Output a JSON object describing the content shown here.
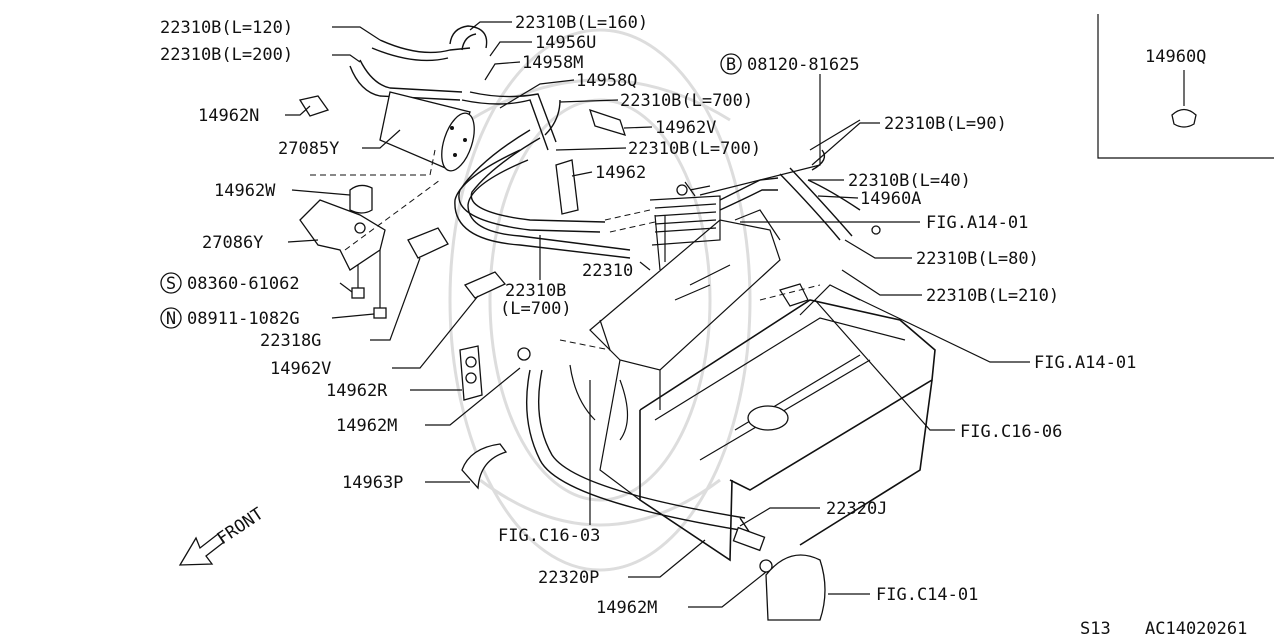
{
  "diagram": {
    "labels": {
      "l_22310B_120": "22310B(L=120)",
      "l_22310B_200": "22310B(L=200)",
      "l_22310B_160": "22310B(L=160)",
      "l_14956U": "14956U",
      "l_14958M": "14958M",
      "l_14958Q": "14958Q",
      "l_14962N": "14962N",
      "l_27085Y": "27085Y",
      "l_22310B_700a": "22310B(L=700)",
      "l_14962V_top": "14962V",
      "l_22310B_700b": "22310B(L=700)",
      "l_14962": "14962",
      "l_14962W": "14962W",
      "l_27086Y": "27086Y",
      "l_08360": "08360-61062",
      "l_08911": "08911-1082G",
      "l_22318G": "22318G",
      "l_22310B_700c1": "22310B",
      "l_22310B_700c2": "(L=700)",
      "l_22310": "22310",
      "l_14962V_bot": "14962V",
      "l_14962R": "14962R",
      "l_14962M_a": "14962M",
      "l_14963P": "14963P",
      "l_front": "FRONT",
      "l_08120": "08120-81625",
      "l_22310B_90": "22310B(L=90)",
      "l_22310B_40": "22310B(L=40)",
      "l_14960A": "14960A",
      "l_figA14_a": "FIG.A14-01",
      "l_22310B_80": "22310B(L=80)",
      "l_22310B_210": "22310B(L=210)",
      "l_figA14_b": "FIG.A14-01",
      "l_figC16_06": "FIG.C16-06",
      "l_figC16_03": "FIG.C16-03",
      "l_22320J": "22320J",
      "l_22320P": "22320P",
      "l_14962M_b": "14962M",
      "l_figC14": "FIG.C14-01",
      "l_14960Q": "14960Q",
      "l_s13": "S13",
      "l_code": "AC14020261",
      "m_B": "B",
      "m_S": "S",
      "m_N": "N"
    }
  }
}
